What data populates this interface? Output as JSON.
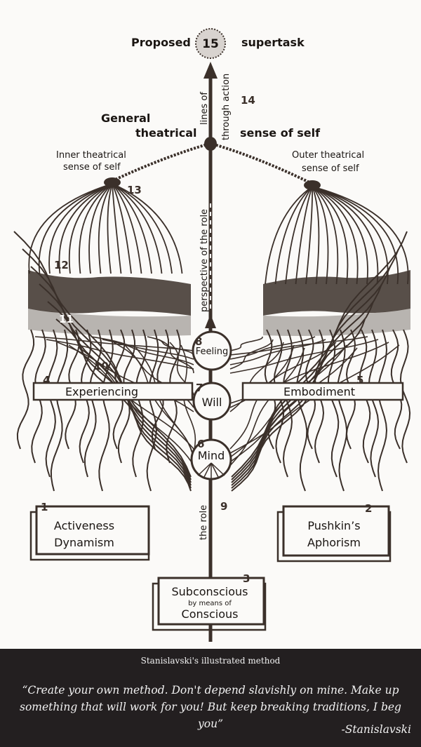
{
  "diagram": {
    "labels": {
      "proposed": "Proposed",
      "supertask": "supertask",
      "general": "General",
      "theatrical": "theatrical",
      "sense_of_self": "sense of self",
      "lines_of": "lines of",
      "through_action": "through action",
      "inner_line1": "Inner theatrical",
      "inner_line2": "sense of self",
      "outer_line1": "Outer theatrical",
      "outer_line2": "sense of self",
      "perspective": "perspective of the role",
      "feeling": "Feeling",
      "will": "Will",
      "mind": "Mind",
      "experiencing": "Experiencing",
      "embodiment": "Embodiment",
      "the_role": "the role",
      "box1_line1": "Activeness",
      "box1_line2": "Dynamism",
      "box2_line1": "Pushkin’s",
      "box2_line2": "Aphorism",
      "box3_line1": "Subconscious",
      "box3_line2": "by means of",
      "box3_line3": "Conscious"
    },
    "numbers": {
      "n1": "1",
      "n2": "2",
      "n3": "3",
      "n4": "4",
      "n5": "5",
      "n6": "6",
      "n7": "7",
      "n8": "8",
      "n9": "9",
      "n10": "10",
      "n11": "11",
      "n12": "12",
      "n13": "13",
      "n14": "14",
      "n15": "15"
    },
    "colors": {
      "ink": "#3b302a",
      "paper": "#fbfaf8"
    }
  },
  "caption": {
    "title": "Stanislavski's illustrated method",
    "quote": "“Create your own method. Don't depend slavishly on mine. Make up something that will work for you! But keep breaking traditions, I beg you”",
    "attribution": "-Stanislavski"
  }
}
